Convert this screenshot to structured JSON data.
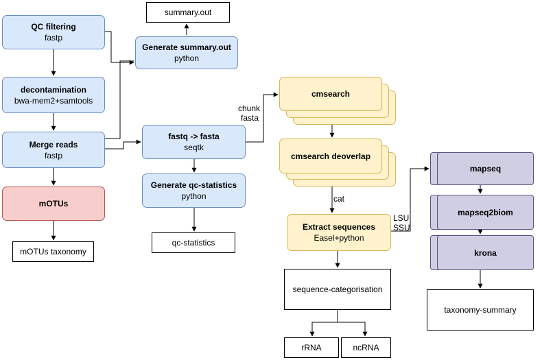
{
  "nodes": {
    "qc_filtering": {
      "title": "QC filtering",
      "subtitle": "fastp"
    },
    "decontamination": {
      "title": "decontamination",
      "subtitle": "bwa-mem2+samtools"
    },
    "merge_reads": {
      "title": "Merge reads",
      "subtitle": "fastp"
    },
    "motus": {
      "title": "mOTUs"
    },
    "motus_taxonomy": {
      "label": "mOTUs taxonomy"
    },
    "summary_out": {
      "label": "summary.out"
    },
    "generate_summary": {
      "title": "Generate summary.out",
      "subtitle": "python"
    },
    "fastq_fasta": {
      "title": "fastq -> fasta",
      "subtitle": "seqtk"
    },
    "generate_qc_stats": {
      "title": "Generate qc-statistics",
      "subtitle": "python"
    },
    "qc_statistics": {
      "label": "qc-statistics"
    },
    "cmsearch": {
      "title": "cmsearch"
    },
    "cmsearch_deoverlap": {
      "title": "cmsearch deoverlap"
    },
    "extract_sequences": {
      "title": "Extract sequences",
      "subtitle": "Easel+python"
    },
    "sequence_categorisation": {
      "label": "sequence-categorisation"
    },
    "rrna": {
      "label": "rRNA"
    },
    "ncrna": {
      "label": "ncRNA"
    },
    "mapseq": {
      "title": "mapseq"
    },
    "mapseq2biom": {
      "title": "mapseq2biom"
    },
    "krona": {
      "title": "krona"
    },
    "taxonomy_summary": {
      "label": "taxonomy-summary"
    }
  },
  "edge_labels": {
    "chunk": "chunk",
    "fasta": "fasta",
    "cat": "cat",
    "lsu": "LSU",
    "ssu": "SSU"
  },
  "colors": {
    "blue_fill": "#dae8fc",
    "blue_stroke": "#6c8ebf",
    "red_fill": "#f8cecc",
    "red_stroke": "#b85450",
    "yellow_fill": "#fff2cc",
    "yellow_stroke": "#d6b656",
    "purple_fill": "#d0cee2",
    "purple_stroke": "#56517e"
  }
}
